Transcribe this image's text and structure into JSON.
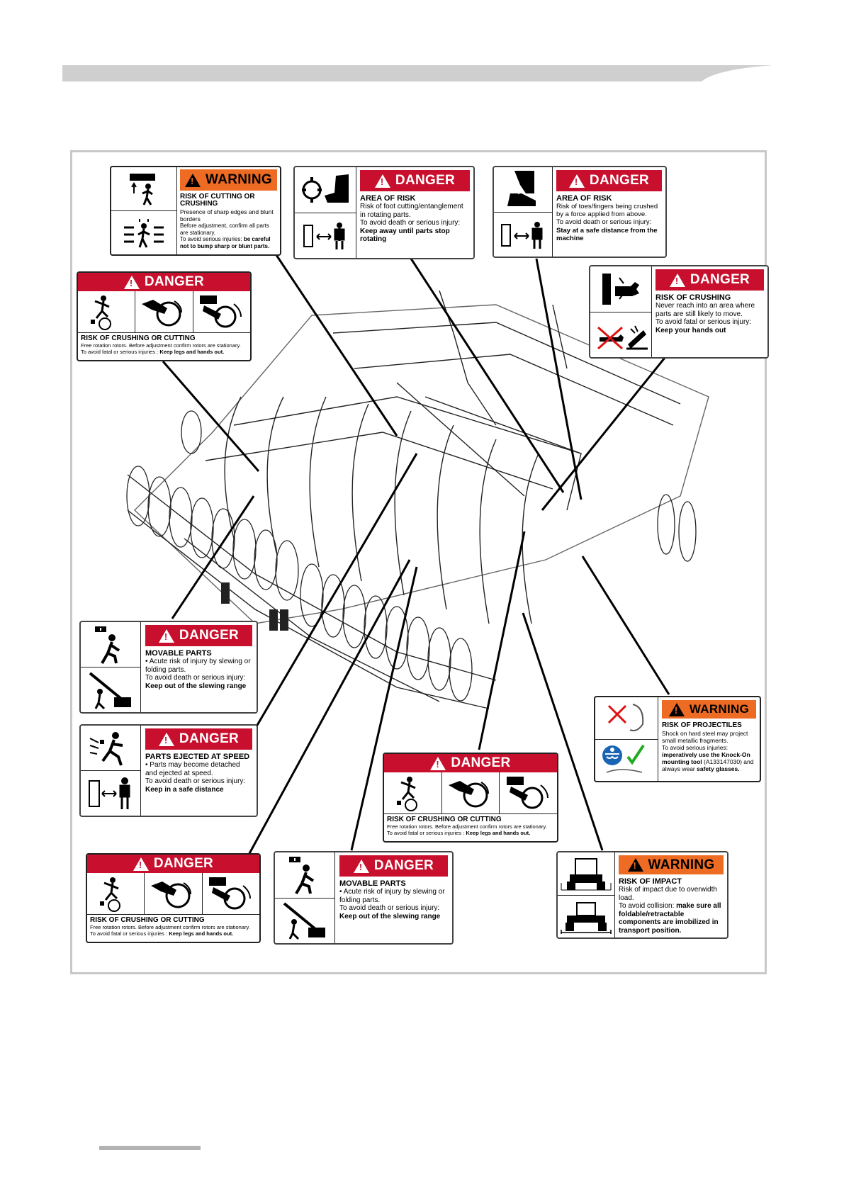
{
  "colors": {
    "danger_red": "#c8102e",
    "warning_orange": "#ee6b23",
    "frame_grey": "#c8c8c8"
  },
  "icons": [
    "warning-triangle-icon",
    "person-pictogram-icon",
    "rotor-icon",
    "hand-crush-icon",
    "foot-crush-icon",
    "safety-glasses-icon",
    "tractor-icon"
  ],
  "decals": {
    "warning_cutting": {
      "signal": "WARNING",
      "title": "RISK OF CUTTING OR CRUSHING",
      "lines": [
        "Presence of sharp edges and blunt borders",
        "Before adjustment, confirm all parts are stationary.",
        "To avoid serious injuries: "
      ],
      "bold": "be careful not to bump sharp or blunt parts."
    },
    "danger_foot": {
      "signal": "DANGER",
      "title": "AREA OF RISK",
      "body": "Risk of foot cutting/entanglement in rotating parts.",
      "line2": "To avoid death or serious injury:",
      "bold": "Keep away until parts stop rotating"
    },
    "danger_toes": {
      "signal": "DANGER",
      "title": "AREA OF RISK",
      "body": "Risk of toes/fingers being crushed by a force applied from above.",
      "line2": "To avoid death or serious injury:",
      "bold": "Stay at a safe distance from the machine"
    },
    "danger_crushing": {
      "signal": "DANGER",
      "title": "RISK OF CRUSHING",
      "body": "Never reach into an area where parts are still likely to move.",
      "line2": "To avoid fatal or serious injury:",
      "bold": "Keep your hands out"
    },
    "danger_rotors": {
      "signal": "DANGER",
      "title": "RISK OF CRUSHING OR CUTTING",
      "line1": "Free rotation rotors. Before adjustment confirm rotors are stationary.",
      "line2": "To avoid fatal or serious injuries : ",
      "bold": "Keep legs and hands out."
    },
    "danger_movable": {
      "signal": "DANGER",
      "title": "MOVABLE PARTS",
      "body": "• Acute risk of injury by slewing or folding parts.",
      "line2": "To avoid death or serious injury:",
      "bold": "Keep out of the slewing range"
    },
    "danger_ejected": {
      "signal": "DANGER",
      "title": "PARTS EJECTED AT SPEED",
      "body": "• Parts may become detached and ejected at speed.",
      "line2": "To avoid death or serious injury:",
      "bold": "Keep in a safe distance"
    },
    "warning_projectiles": {
      "signal": "WARNING",
      "title": "RISK OF PROJECTILES",
      "body": "Shock on hard steel may project small metallic fragments.",
      "line2": "To avoid serious injuries: ",
      "bold1": "imperatively use the Knock-On mounting tool",
      "ref": "(A133147030)",
      "mid": " and always wear ",
      "bold2": "safety glasses."
    },
    "warning_impact": {
      "signal": "WARNING",
      "title": "RISK OF IMPACT",
      "body": "Risk of impact due to overwidth load.",
      "line2": "To avoid collision: ",
      "bold": "make sure all foldable/retractable components are imobilized in transport position."
    }
  }
}
